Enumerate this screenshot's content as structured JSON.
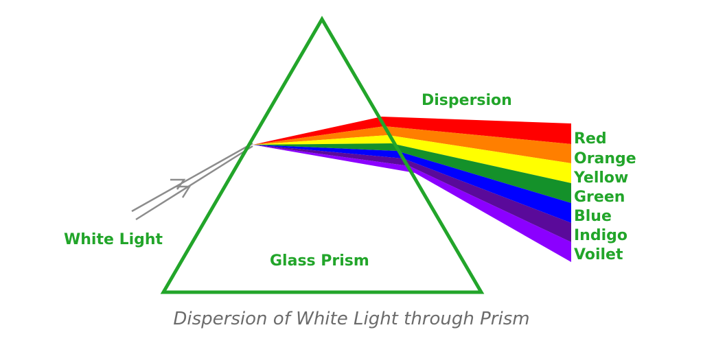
{
  "labels": {
    "dispersion": "Dispersion",
    "white_light": "White Light",
    "glass_prism": "Glass Prism"
  },
  "caption": "Dispersion of White Light through Prism",
  "spectrum": [
    {
      "name": "Red",
      "color": "#ff0000"
    },
    {
      "name": "Orange",
      "color": "#ff7f00"
    },
    {
      "name": "Yellow",
      "color": "#ffff00"
    },
    {
      "name": "Green",
      "color": "#14912a"
    },
    {
      "name": "Blue",
      "color": "#0000ff"
    },
    {
      "name": "Indigo",
      "color": "#5a0a9a"
    },
    {
      "name": "Voilet",
      "color": "#8b00ff"
    }
  ],
  "colors": {
    "prism_outline": "#22a52a",
    "label_green": "#22a52a",
    "white_ray": "#8c8c8c",
    "caption": "#6b6b6b"
  }
}
